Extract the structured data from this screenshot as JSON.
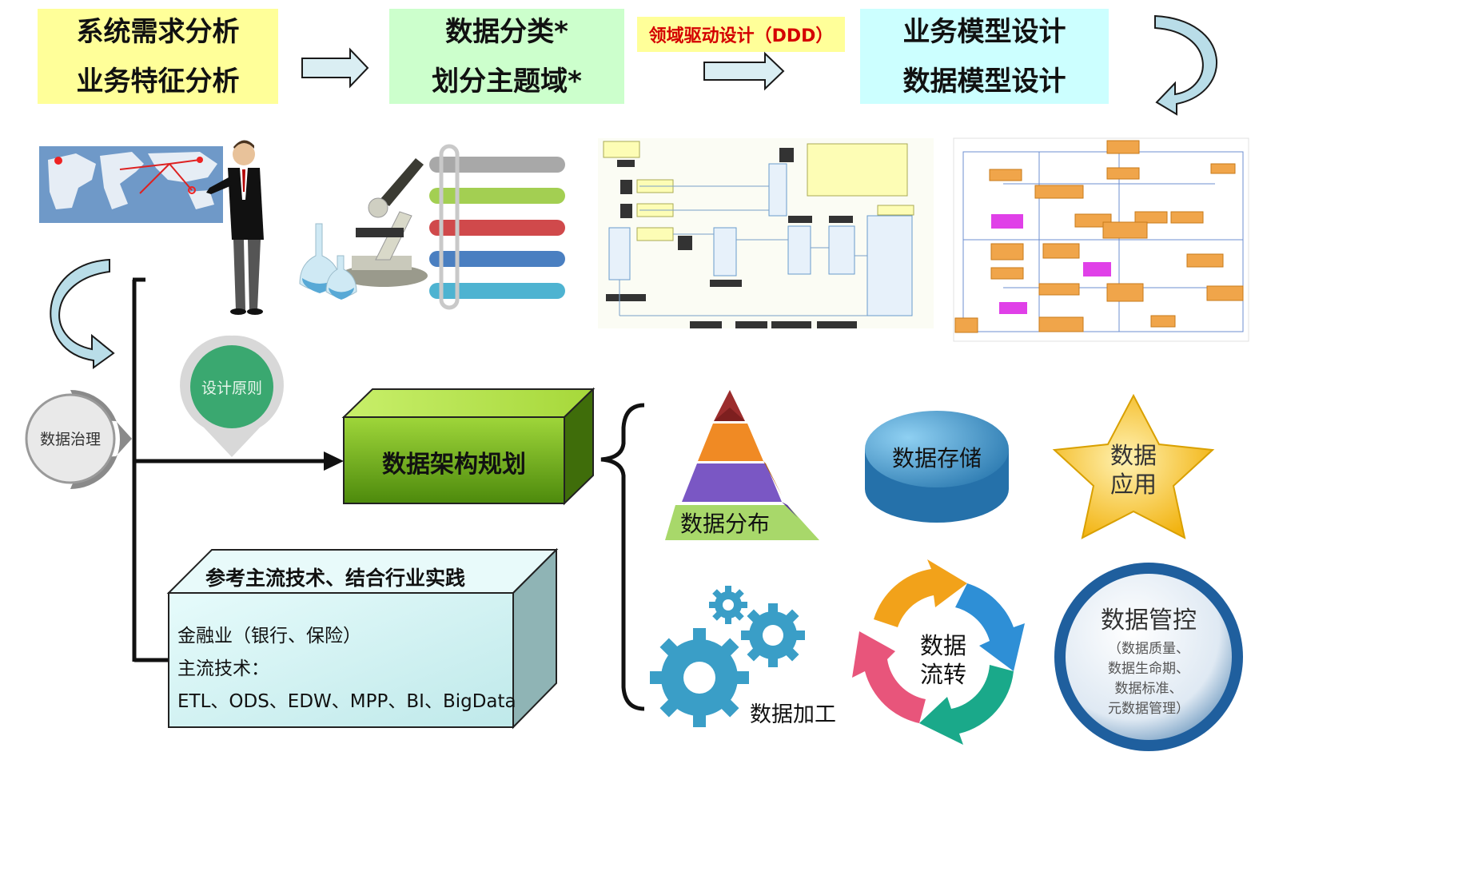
{
  "steps": {
    "step1": {
      "line1": "系统需求分析",
      "line2": "业务特征分析"
    },
    "step2": {
      "line1": "数据分类*",
      "line2": "划分主题域*"
    },
    "ddd_label": "领域驱动设计（DDD）",
    "step3": {
      "line1": "业务模型设计",
      "line2": "数据模型设计"
    }
  },
  "governance": {
    "label": "数据治理"
  },
  "design_principle": {
    "label": "设计原则"
  },
  "architecture": {
    "label": "数据架构规划"
  },
  "practice": {
    "title": "参考主流技术、结合行业实践",
    "line1": "金融业（银行、保险）",
    "line2": "主流技术：",
    "line3": "ETL、ODS、EDW、MPP、BI、BigData"
  },
  "components": {
    "distribution": "数据分布",
    "storage": "数据存储",
    "application_line1": "数据",
    "application_line2": "应用",
    "processing": "数据加工",
    "flow_line1": "数据",
    "flow_line2": "流转",
    "control_title": "数据管控",
    "control_sub1": "（数据质量、",
    "control_sub2": "数据生命期、",
    "control_sub3": "数据标准、",
    "control_sub4": "元数据管理）"
  },
  "colors": {
    "yellow_box": "#ffff99",
    "green_box": "#ccffcc",
    "cyan_box": "#ccffff",
    "arrow_fill": "#daeef3",
    "cube_green": "#7fbf1f",
    "practice_box": "#d9f5f5",
    "gear_blue": "#3a9ec7",
    "cylinder_blue": "#3f93c9",
    "star_gold": "#f6c21a"
  }
}
